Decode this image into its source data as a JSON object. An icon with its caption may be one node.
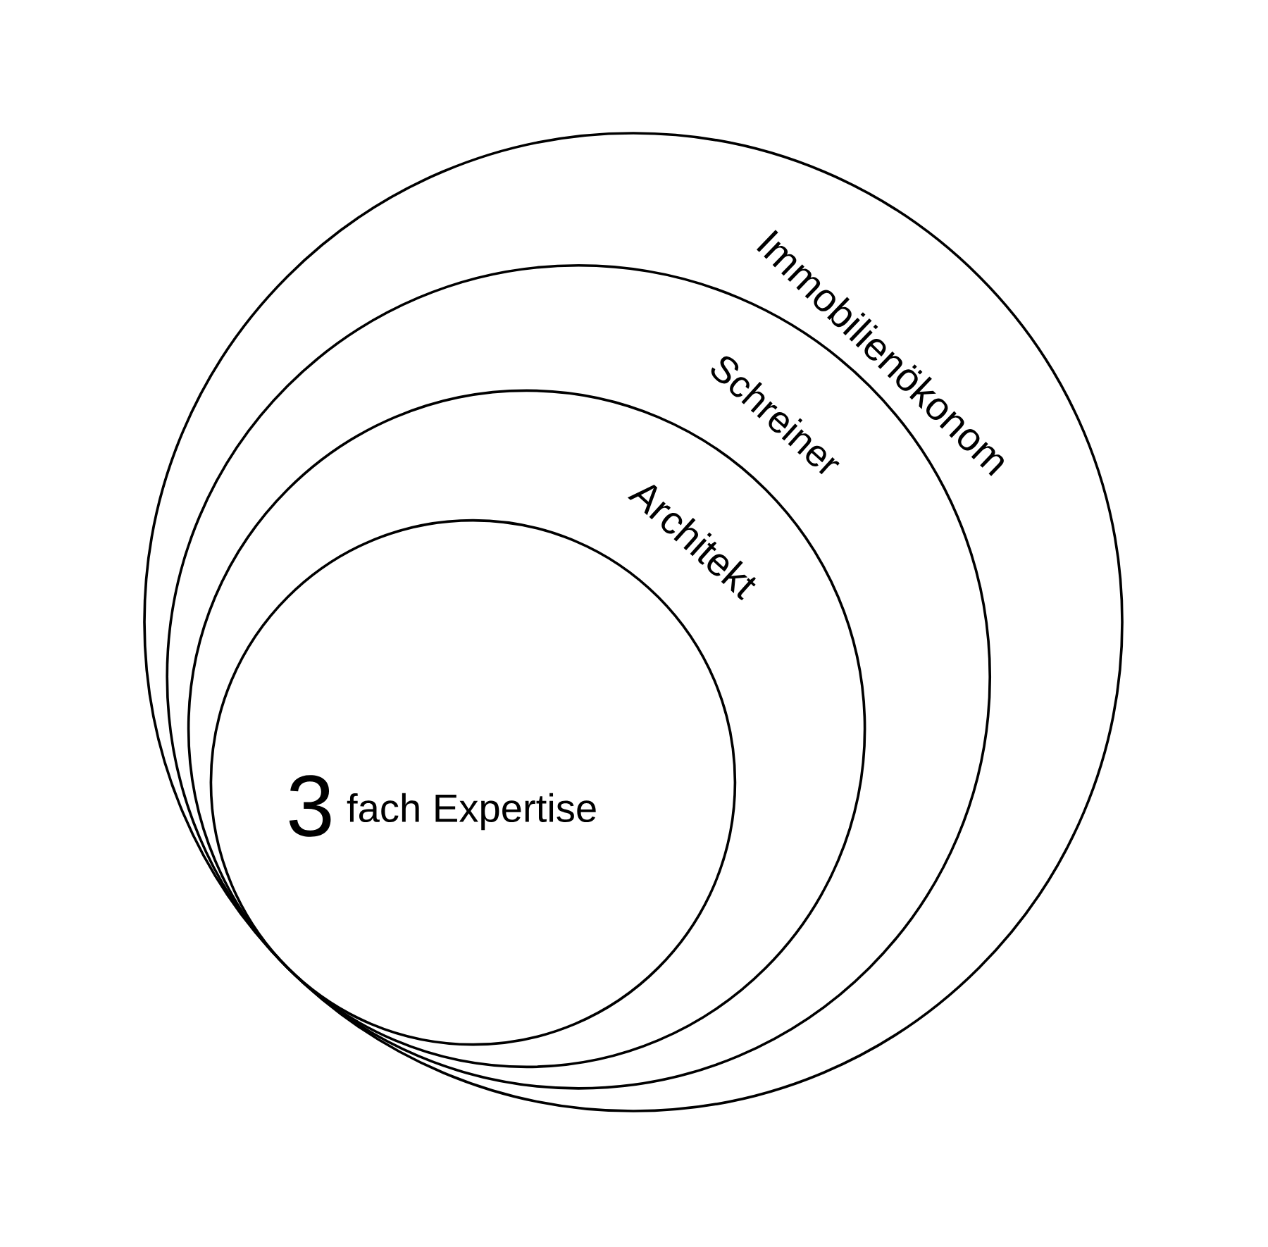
{
  "diagram": {
    "nodes": [
      {
        "text": [
          "Immobilienökonom"
        ]
      },
      {
        "text": [
          "Schreiner"
        ],
        "in": 0
      },
      {
        "text": [
          "Architekt"
        ],
        "in": 1
      },
      {
        "text": [
          "3",
          "fach Expertise"
        ],
        "in": 2
      }
    ]
  }
}
